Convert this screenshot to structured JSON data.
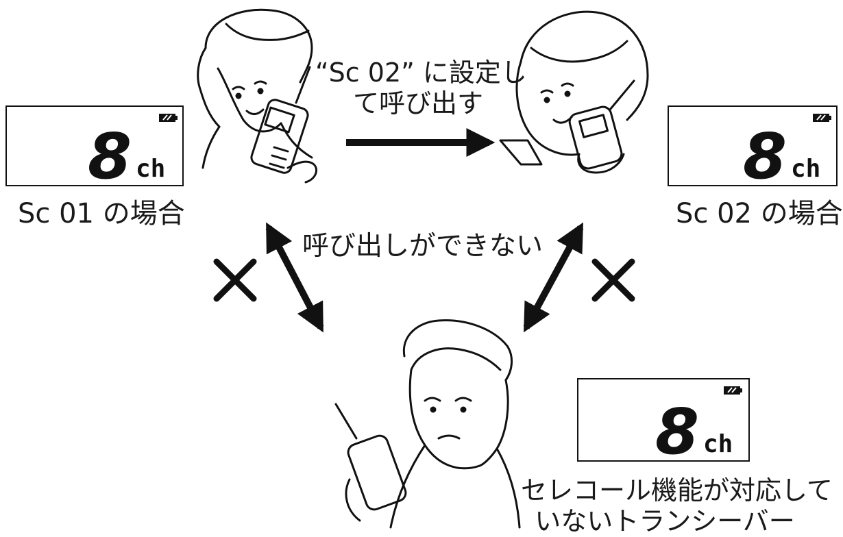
{
  "colors": {
    "ink": "#111111",
    "background": "#ffffff"
  },
  "top_message": {
    "line1": "“Sc 02” に設定し",
    "line2": "て呼び出す"
  },
  "center_message": "呼び出しができない",
  "left_caption": "Sc 01 の場合",
  "right_caption": "Sc 02 の場合",
  "bottom_caption": {
    "line1": "セレコール機能が対応して",
    "line2": "いないトランシーバー"
  },
  "display": {
    "channel_number": "8",
    "channel_unit": "ch",
    "battery_icon": "battery-icon"
  },
  "marks": {
    "not_possible": "×"
  }
}
